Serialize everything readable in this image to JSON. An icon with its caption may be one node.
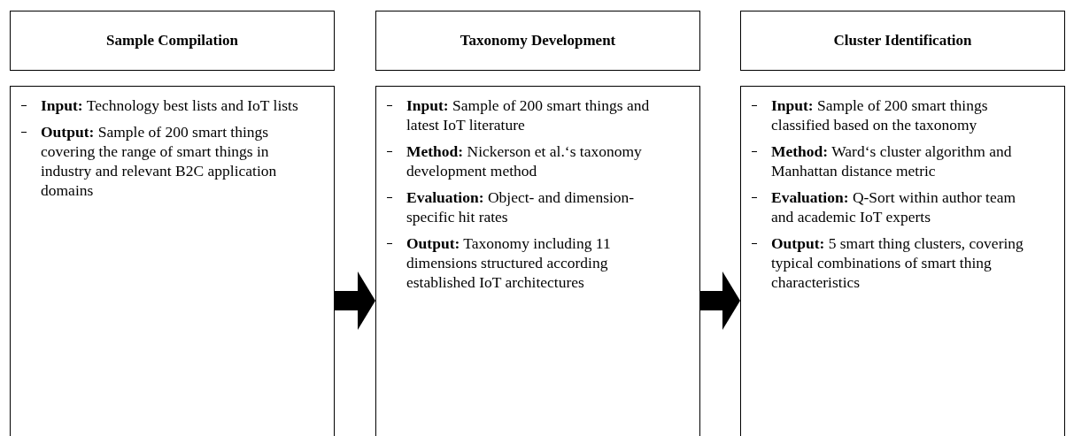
{
  "diagram": {
    "nodes": [
      {
        "text": [
          "Sample Compilation"
        ]
      },
      {
        "text": [
          "**Input:** Technology best lists and IoT lists",
          "**Output:** Sample of 200 smart things covering the range of smart things in industry and relevant B2C application domains"
        ]
      },
      {
        "text": [
          "Taxonomy Development"
        ]
      },
      {
        "text": [
          "**Input:** Sample of 200 smart things and latest IoT literature",
          "**Method:** Nickerson et al.‘s taxonomy development method",
          "**Evaluation:** Object- and dimension-specific hit rates",
          "**Output:** Taxonomy including 11 dimensions structured according established IoT architectures"
        ]
      },
      {
        "text": [
          "Cluster Identification"
        ]
      },
      {
        "text": [
          "**Input:** Sample of 200 smart things classified based on the taxonomy",
          "**Method:** Ward‘s cluster algorithm and Manhattan distance metric",
          "**Evaluation:** Q-Sort within author team and academic IoT experts",
          "**Output:** 5 smart thing clusters, covering typical combinations of smart thing characteristics"
        ]
      }
    ],
    "edges": [
      {
        "from": 1,
        "to": 3,
        "arrow": "to"
      },
      {
        "from": 3,
        "to": 5,
        "arrow": "to"
      }
    ]
  }
}
